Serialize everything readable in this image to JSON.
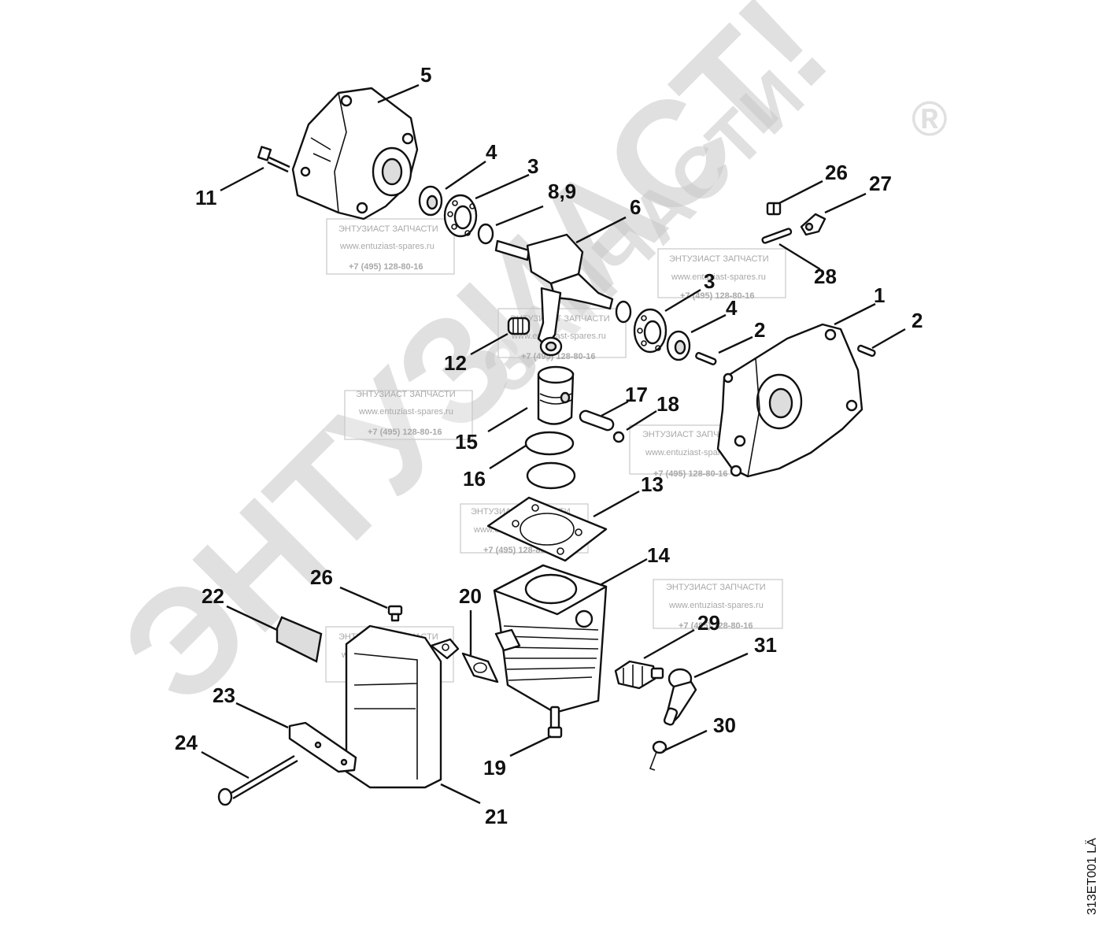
{
  "watermark": {
    "big_text": "ЭНТУЗИАСТ!",
    "sub_text": "ЗАПЧАСТИ",
    "registered": "®",
    "color": "#c8c8c8"
  },
  "stamp": {
    "name": "ЭНТУЗИАСТ ЗАПЧАСТИ",
    "url": "www.entuziast-spares.ru",
    "phone": "+7 (495) 128-80-16"
  },
  "drawing_code": "313ET001 LÄ",
  "part_labels": {
    "p1": "1",
    "p2a": "2",
    "p2b": "2",
    "p3a": "3",
    "p3b": "3",
    "p4a": "4",
    "p4b": "4",
    "p5": "5",
    "p6": "6",
    "p89": "8,9",
    "p11": "11",
    "p12": "12",
    "p13": "13",
    "p14": "14",
    "p15": "15",
    "p16": "16",
    "p17": "17",
    "p18": "18",
    "p19": "19",
    "p20": "20",
    "p21": "21",
    "p22": "22",
    "p23": "23",
    "p24": "24",
    "p26a": "26",
    "p26b": "26",
    "p27": "27",
    "p28": "28",
    "p29": "29",
    "p30": "30",
    "p31": "31"
  }
}
